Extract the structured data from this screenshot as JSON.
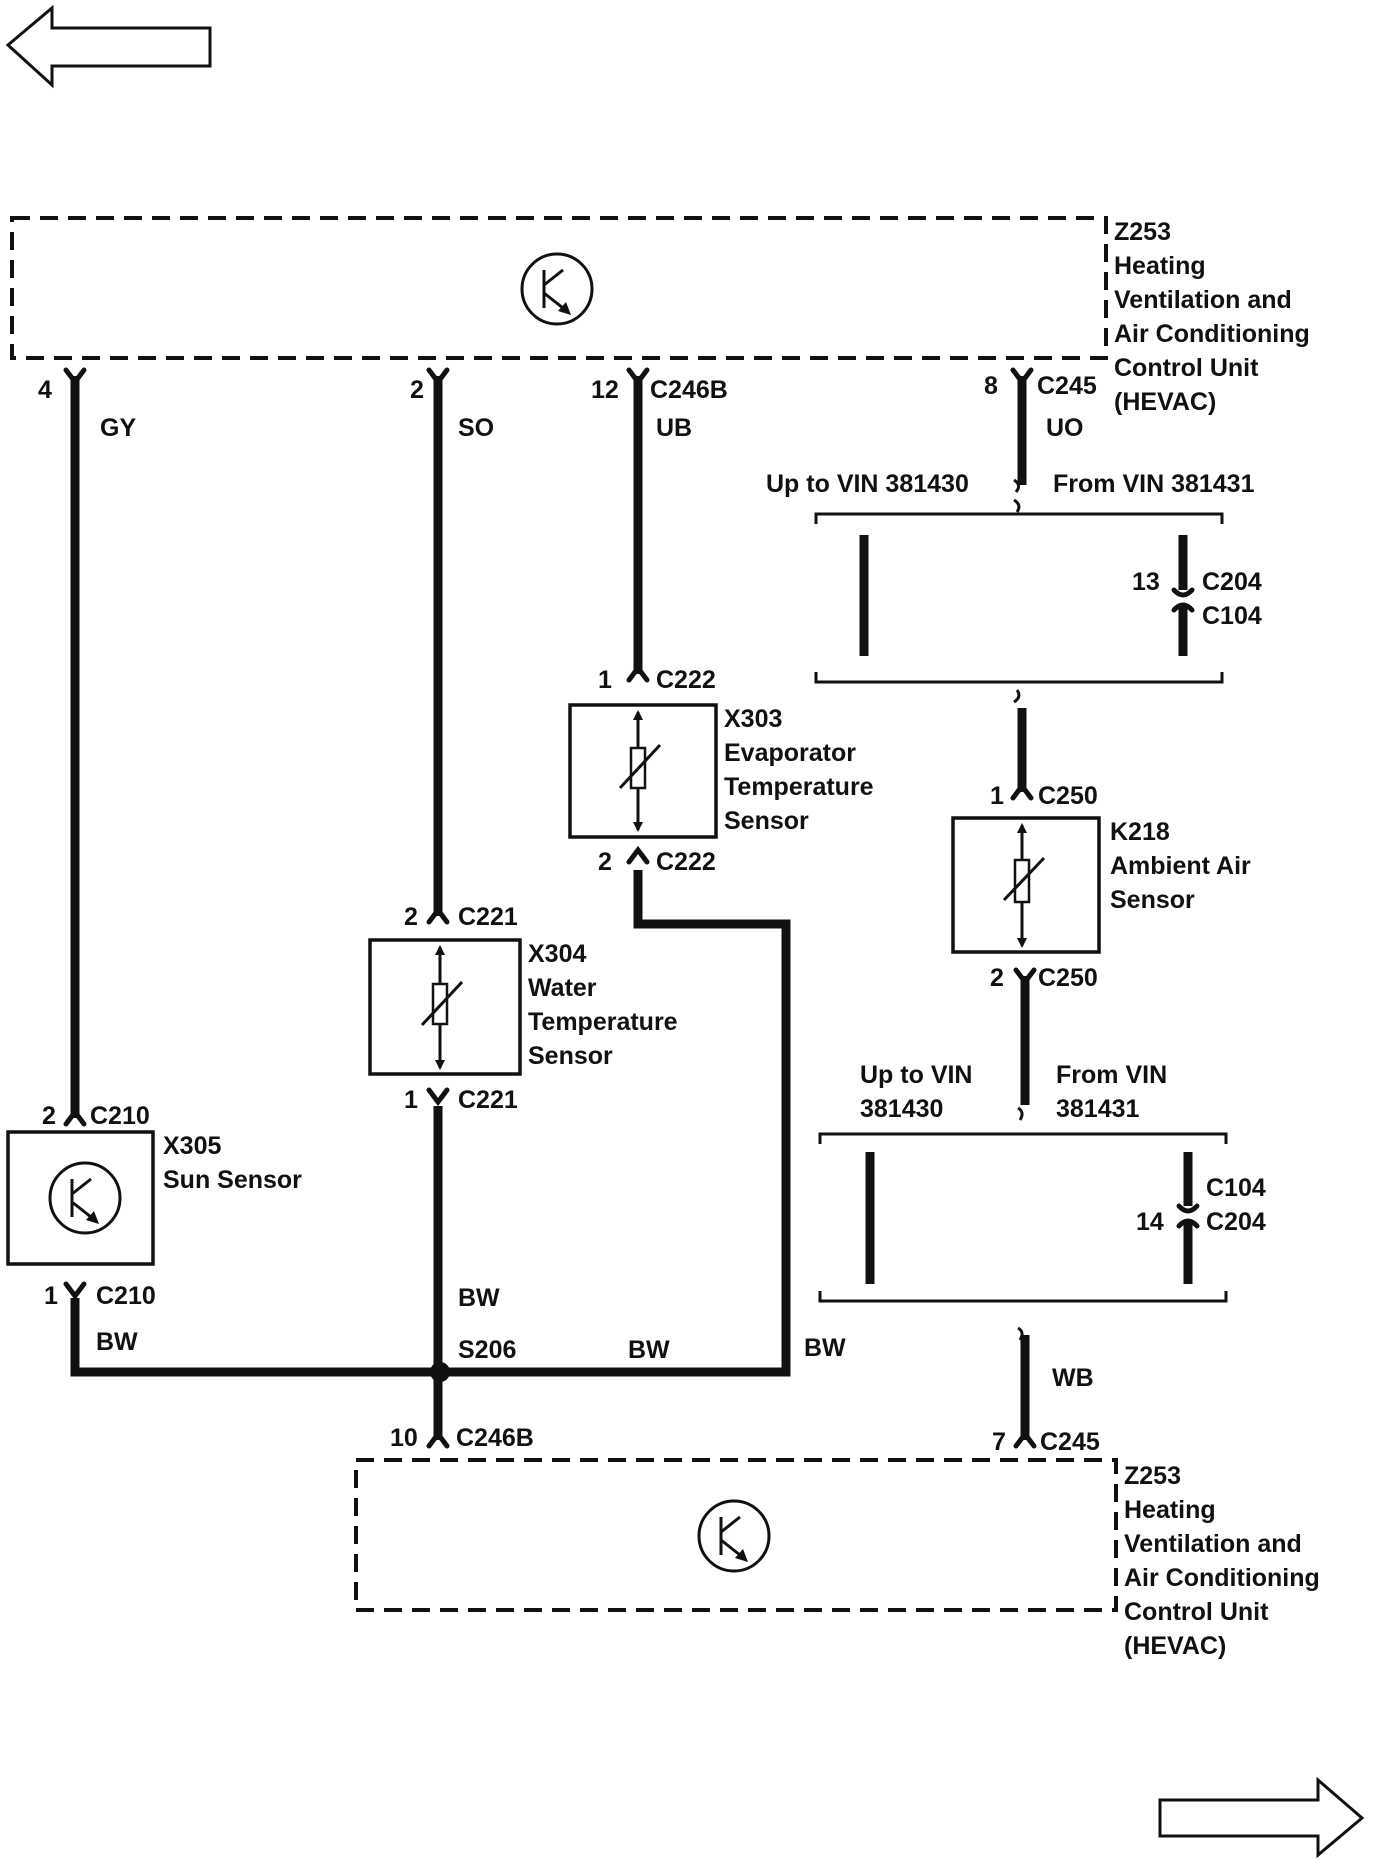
{
  "nav": {
    "prev_label": "",
    "next_label": ""
  },
  "modules": {
    "hevac_top": {
      "id": "Z253",
      "lines": [
        "Heating",
        "Ventilation and",
        "Air Conditioning",
        "Control Unit",
        "(HEVAC)"
      ]
    },
    "hevac_bottom": {
      "id": "Z253",
      "lines": [
        "Heating",
        "Ventilation and",
        "Air Conditioning",
        "Control Unit",
        "(HEVAC)"
      ]
    },
    "sun_sensor": {
      "id": "X305",
      "lines": [
        "Sun Sensor"
      ]
    },
    "water_sensor": {
      "id": "X304",
      "lines": [
        "Water",
        "Temperature",
        "Sensor"
      ]
    },
    "evap_sensor": {
      "id": "X303",
      "lines": [
        "Evaporator",
        "Temperature",
        "Sensor"
      ]
    },
    "ambient_sensor": {
      "id": "K218",
      "lines": [
        "Ambient Air",
        "Sensor"
      ]
    }
  },
  "pins": {
    "top_gy": "4",
    "top_so": "2",
    "top_ub": "12",
    "top_ub_conn": "C246B",
    "top_uo": "8",
    "top_uo_conn": "C245",
    "evap_in": "1",
    "evap_in_conn": "C222",
    "evap_out": "2",
    "evap_out_conn": "C222",
    "water_in": "2",
    "water_in_conn": "C221",
    "water_out": "1",
    "water_out_conn": "C221",
    "sun_in": "2",
    "sun_in_conn": "C210",
    "sun_out": "1",
    "sun_out_conn": "C210",
    "amb_in": "1",
    "amb_in_conn": "C250",
    "amb_out": "2",
    "amb_out_conn": "C250",
    "inline1": "13",
    "inline1_conn_a": "C204",
    "inline1_conn_b": "C104",
    "inline2": "14",
    "inline2_conn_a": "C104",
    "inline2_conn_b": "C204",
    "bot_bw": "10",
    "bot_bw_conn": "C246B",
    "bot_wb": "7",
    "bot_wb_conn": "C245"
  },
  "wires": {
    "gy": "GY",
    "so": "SO",
    "ub": "UB",
    "uo": "UO",
    "bw": "BW",
    "wb": "WB"
  },
  "splice": "S206",
  "variants": {
    "up1": "Up to VIN 381430",
    "from1": "From VIN 381431",
    "up2": [
      "Up to VIN",
      "381430"
    ],
    "from2": [
      "From VIN",
      "381431"
    ]
  },
  "colors": {
    "line": "#111111",
    "background": "#ffffff"
  }
}
